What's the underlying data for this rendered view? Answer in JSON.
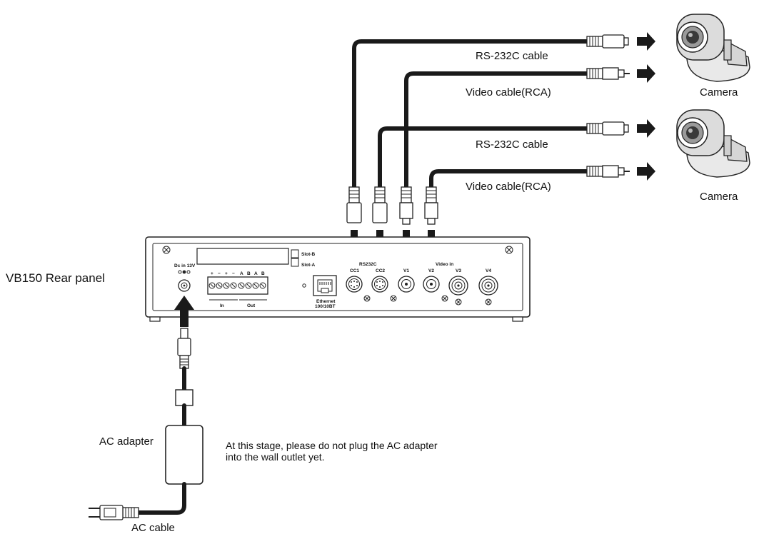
{
  "labels": {
    "rear_panel": "VB150 Rear panel",
    "rs232_cable_1": "RS-232C cable",
    "video_cable_1": "Video cable(RCA)",
    "rs232_cable_2": "RS-232C cable",
    "video_cable_2": "Video cable(RCA)",
    "camera_1": "Camera",
    "camera_2": "Camera",
    "ac_adapter": "AC adapter",
    "ac_cable": "AC cable",
    "note_line_1": "At this stage, please do not plug the AC adapter",
    "note_line_2": "into the wall outlet yet."
  },
  "panel": {
    "slot_b": "Slot-B",
    "slot_a": "Slot-A",
    "dc_in": "Dc in 13V",
    "terminal_top": [
      "+",
      "−",
      "+",
      "−",
      "A",
      "B",
      "A",
      "B"
    ],
    "terminal_in": "In",
    "terminal_out": "Out",
    "ethernet": "Ethernet",
    "ethernet_speed": "100/10BT",
    "rs232c": "RS232C",
    "video_in": "Video in",
    "port_cc1": "CC1",
    "port_cc2": "CC2",
    "port_v1": "V1",
    "port_v2": "V2",
    "port_v3": "V3",
    "port_v4": "V4"
  },
  "colors": {
    "line": "#1a1a1a",
    "background": "#ffffff"
  }
}
